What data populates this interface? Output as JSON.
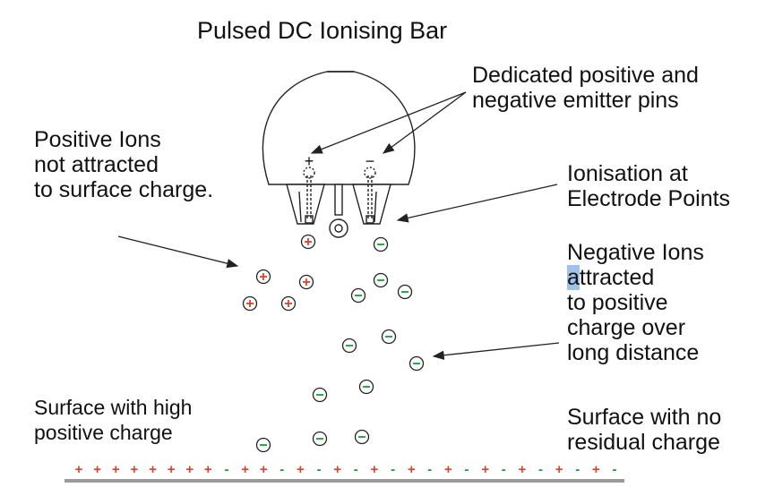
{
  "title": "Pulsed DC Ionising Bar",
  "annotations": {
    "emitter_pins": [
      "Dedicated positive and",
      "negative emitter pins"
    ],
    "positive_ions": [
      "Positive Ions",
      "not attracted",
      "to surface charge."
    ],
    "ionisation": [
      "Ionisation at",
      "Electrode Points"
    ],
    "negative_ions": [
      "Negative Ions",
      "attracted",
      "to positive",
      "charge over",
      "long distance"
    ],
    "surface_high": [
      "Surface with high",
      "positive charge"
    ],
    "surface_none": [
      "Surface with no",
      "residual charge"
    ]
  },
  "pin_labels": {
    "positive": "+",
    "negative": "−"
  },
  "ion_symbols": {
    "positive": "+",
    "negative": "−"
  },
  "colors": {
    "positive_ion": "#d9432b",
    "negative_ion": "#1c9a3a",
    "outline": "#222222",
    "surface_line": "#9a9a9a"
  },
  "surface_charge_sequence": "+ + + + + + + + - + + - + - + - + - + - + - + - + - + - + -"
}
